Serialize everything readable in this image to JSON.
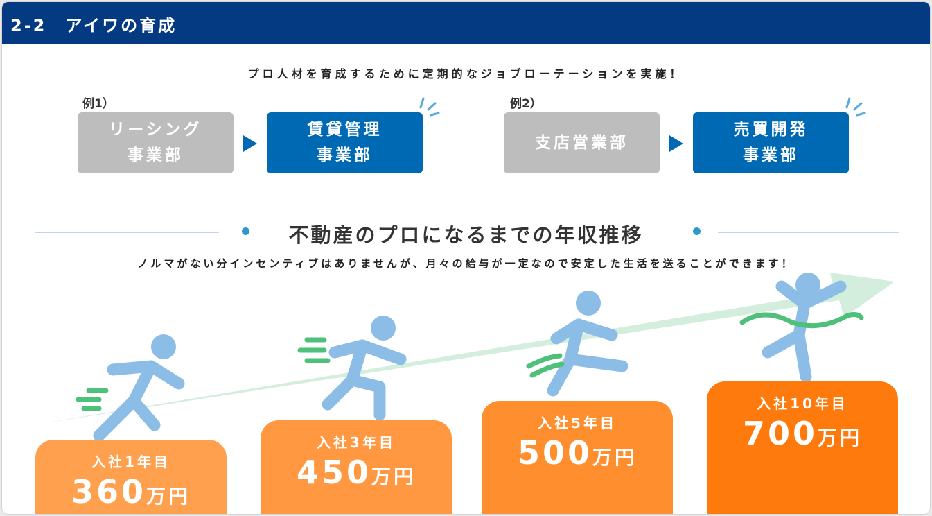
{
  "header": {
    "title": "2-2　アイワの育成"
  },
  "intro": "プロ人材を育成するために定期的なジョブローテーションを実施！",
  "examples": [
    {
      "label": "例1）",
      "from": [
        "リーシング",
        "事業部"
      ],
      "to": [
        "賃貸管理",
        "事業部"
      ]
    },
    {
      "label": "例2）",
      "from": [
        "支店営業部"
      ],
      "to": [
        "売買開発",
        "事業部"
      ]
    }
  ],
  "salary": {
    "title": "不動産のプロになるまでの年収推移",
    "subtitle": "ノルマがない分インセンティブはありませんが、月々の給与が一定なので安定した生活を送ることができます！",
    "steps": [
      {
        "year": "入社1年目",
        "amount": "360",
        "unit": "万円"
      },
      {
        "year": "入社3年目",
        "amount": "450",
        "unit": "万円"
      },
      {
        "year": "入社5年目",
        "amount": "500",
        "unit": "万円"
      },
      {
        "year": "入社10年目",
        "amount": "700",
        "unit": "万円"
      }
    ]
  },
  "colors": {
    "header": "#043a82",
    "blue": "#0069b4",
    "gray": "#bdbdbd",
    "card": [
      "#ffa04e",
      "#ff9840",
      "#ff8f2e",
      "#ff7a0c"
    ]
  }
}
